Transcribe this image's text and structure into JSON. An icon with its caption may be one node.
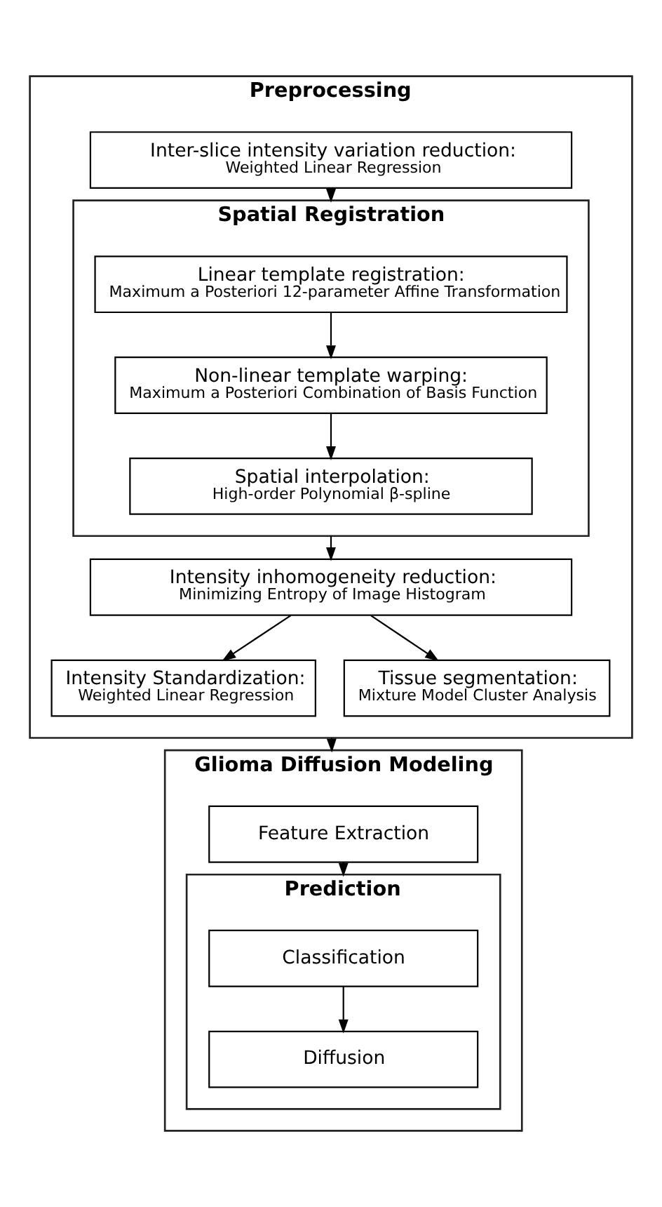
{
  "diagram": {
    "nodes": [
      {
        "text": [
          "Preprocessing"
        ]
      },
      {
        "text": [
          "Inter-slice intensity variation reduction:",
          "Weighted Linear Regression"
        ],
        "in": 0
      },
      {
        "text": [
          "Spatial Registration"
        ],
        "in": 0
      },
      {
        "text": [
          "Linear template registration:",
          "Maximum a Posteriori 12-parameter Affine Transformation"
        ],
        "in": 2
      },
      {
        "text": [
          "Non-linear template warping:",
          "Maximum a Posteriori Combination of Basis Function"
        ],
        "in": 2
      },
      {
        "text": [
          "Spatial interpolation:",
          "High-order Polynomial β-spline"
        ],
        "in": 2
      },
      {
        "text": [
          "Intensity inhomogeneity reduction:",
          "Minimizing Entropy of Image Histogram"
        ],
        "in": 0
      },
      {
        "text": [
          "Intensity Standardization:",
          "Weighted Linear Regression"
        ],
        "in": 0
      },
      {
        "text": [
          "Tissue segmentation:",
          "Mixture Model Cluster Analysis"
        ],
        "in": 0
      },
      {
        "text": [
          "Glioma Diffusion Modeling"
        ]
      },
      {
        "text": [
          "Feature Extraction"
        ],
        "in": 9
      },
      {
        "text": [
          "Prediction"
        ],
        "in": 9
      },
      {
        "text": [
          "Classification"
        ],
        "in": 11
      },
      {
        "text": [
          "Diffusion"
        ],
        "in": 11
      }
    ],
    "edges": [
      {
        "from": 1,
        "to": 2,
        "arrow": "to"
      },
      {
        "from": 3,
        "to": 4,
        "arrow": "to"
      },
      {
        "from": 4,
        "to": 5,
        "arrow": "to"
      },
      {
        "from": 2,
        "to": 6,
        "arrow": "to"
      },
      {
        "from": 6,
        "to": 7,
        "arrow": "to"
      },
      {
        "from": 6,
        "to": 8,
        "arrow": "to"
      },
      {
        "from": 0,
        "to": 9,
        "arrow": "to"
      },
      {
        "from": 10,
        "to": 11,
        "arrow": "to"
      },
      {
        "from": 12,
        "to": 13,
        "arrow": "to"
      }
    ]
  }
}
